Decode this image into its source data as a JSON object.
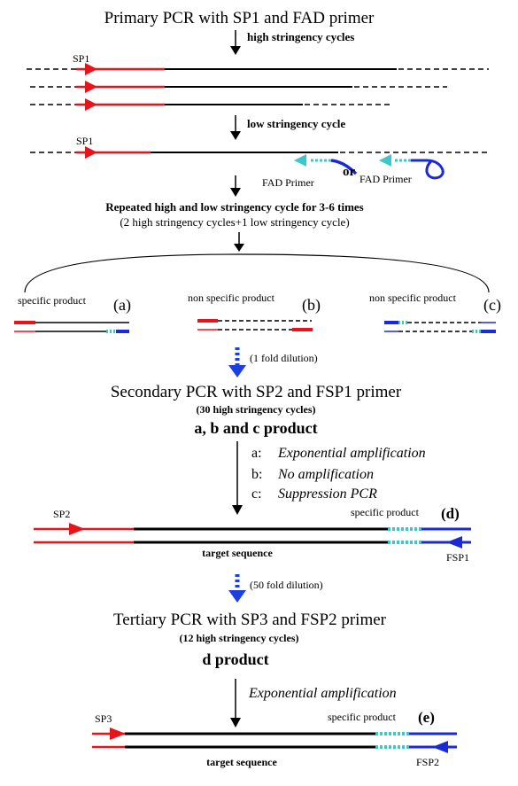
{
  "primary": {
    "title": "Primary PCR with SP1 and FAD primer",
    "step1": "high stringency cycles",
    "sp1_label": "SP1",
    "step2": "low stringency cycle",
    "sp1_label_2": "SP1",
    "or_label": "or",
    "fad_primer_1": "FAD Primer",
    "fad_primer_2": "FAD Primer",
    "repeat": "Repeated high and low stringency cycle for 3-6 times",
    "repeat_detail": "(2 high stringency cycles+1 low stringency cycle)"
  },
  "products": {
    "a_label": "specific product",
    "a_letter": "(a)",
    "b_label": "non specific product",
    "b_letter": "(b)",
    "c_label": "non specific product",
    "c_letter": "(c)"
  },
  "dilution1": "(1 fold dilution)",
  "secondary": {
    "title": "Secondary PCR with SP2 and FSP1 primer",
    "cycles": "(30 high stringency cycles)",
    "products": "a, b and c product",
    "outcomes": [
      {
        "letter": "a:",
        "text": "Exponential amplification"
      },
      {
        "letter": "b:",
        "text": "No amplification"
      },
      {
        "letter": "c:",
        "text": "Suppression PCR"
      }
    ],
    "sp2_label": "SP2",
    "specific_label": "specific product",
    "d_letter": "(d)",
    "target": "target sequence",
    "fsp1_label": "FSP1"
  },
  "dilution2": "(50 fold dilution)",
  "tertiary": {
    "title": "Tertiary PCR with SP3 and FSP2 primer",
    "cycles": "(12 high stringency cycles)",
    "products": "d product",
    "outcome": "Exponential amplification",
    "sp3_label": "SP3",
    "specific_label": "specific product",
    "e_letter": "(e)",
    "target": "target sequence",
    "fsp2_label": "FSP2"
  },
  "colors": {
    "red": "#e8141c",
    "blue": "#1a2ad6",
    "cyan": "#3cc8c8",
    "black": "#000000",
    "dilution_blue": "#1d3fe0"
  }
}
